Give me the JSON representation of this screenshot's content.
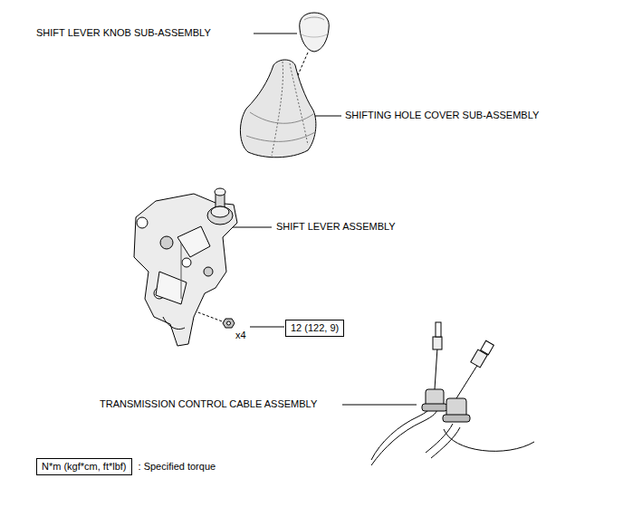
{
  "diagram": {
    "nodes": [
      {
        "text": [
          "12 (122, 9)"
        ]
      },
      {
        "text": [
          "N*m (kgf*cm, ft*lbf)",
          ": Specified torque"
        ]
      }
    ],
    "labels": [
      "SHIFT LEVER KNOB SUB-ASSEMBLY",
      "SHIFTING HOLE COVER SUB-ASSEMBLY",
      "SHIFT LEVER ASSEMBLY",
      "x4",
      "TRANSMISSION CONTROL CABLE ASSEMBLY"
    ]
  }
}
